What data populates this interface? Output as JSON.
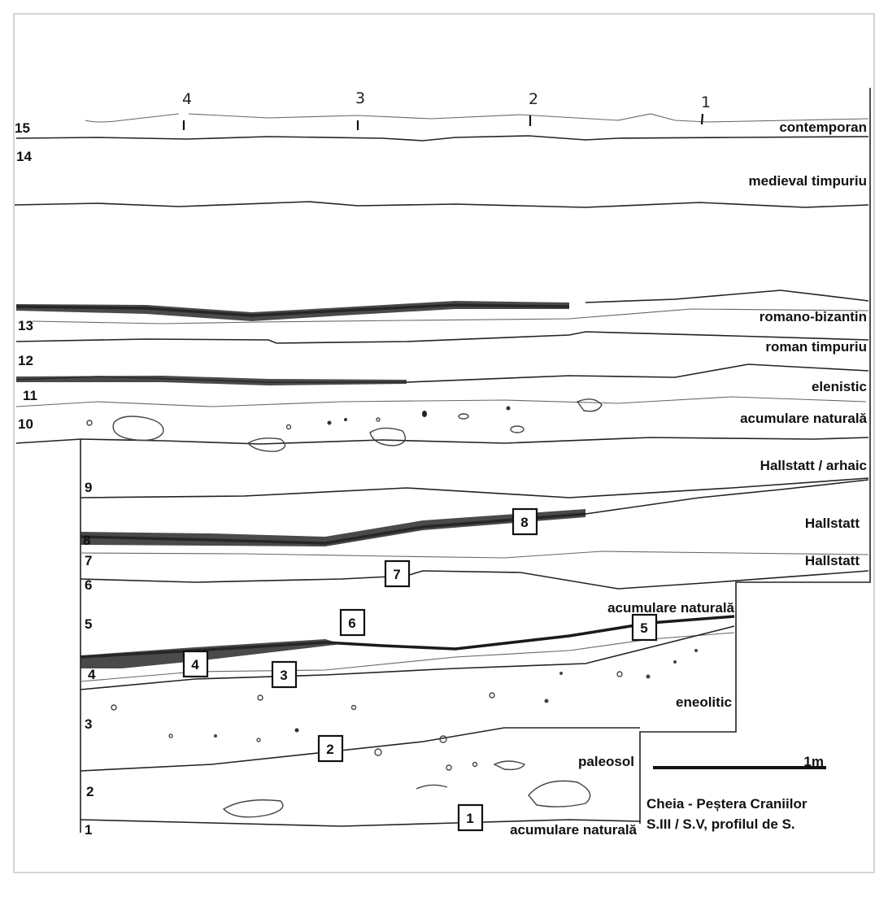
{
  "title": "Cheia - Peștera Craniilor",
  "subtitle": "S.III / S.V, profilul de S.",
  "scale_label": "1m",
  "top_markers": [
    "4",
    "3",
    "2",
    "1"
  ],
  "layers": [
    {
      "number": "15",
      "period": "contemporan"
    },
    {
      "number": "14",
      "period": "medieval timpuriu"
    },
    {
      "number": "13",
      "period": "romano-bizantin"
    },
    {
      "number": "12",
      "period": "roman timpuriu"
    },
    {
      "number": "11",
      "period": "elenistic"
    },
    {
      "number": "10",
      "period": "acumulare naturală"
    },
    {
      "number": "9",
      "period": "Hallstatt / arhaic"
    },
    {
      "number": "8",
      "period": "Hallstatt"
    },
    {
      "number": "7",
      "period": "Hallstatt"
    },
    {
      "number": "6",
      "period": ""
    },
    {
      "number": "5",
      "period": "acumulare naturală"
    },
    {
      "number": "4",
      "period": ""
    },
    {
      "number": "3",
      "period": "eneolitic"
    },
    {
      "number": "2",
      "period": "paleosol"
    },
    {
      "number": "1",
      "period": "acumulare naturală"
    }
  ],
  "samples": [
    "1",
    "2",
    "3",
    "4",
    "5",
    "6",
    "7",
    "8"
  ],
  "colors": {
    "ink": "#111111",
    "frame": "#999999"
  }
}
